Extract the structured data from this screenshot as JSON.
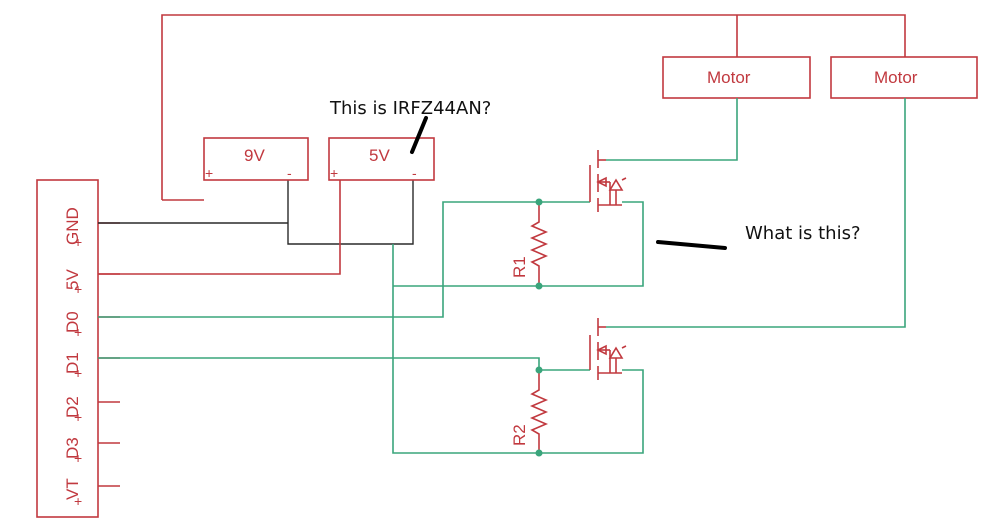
{
  "header_pins": [
    {
      "name": "GND"
    },
    {
      "name": "5V"
    },
    {
      "name": "D0"
    },
    {
      "name": "D1"
    },
    {
      "name": "D2"
    },
    {
      "name": "D3"
    },
    {
      "name": "VT"
    }
  ],
  "pin_plus": "+",
  "supplies": {
    "nine_volt": {
      "label": "9V",
      "plus": "+",
      "minus": "-"
    },
    "five_volt": {
      "label": "5V",
      "plus": "+",
      "minus": "-"
    }
  },
  "motors": [
    {
      "label": "Motor"
    },
    {
      "label": "Motor"
    }
  ],
  "resistors": [
    {
      "label": "R1"
    },
    {
      "label": "R2"
    }
  ],
  "annotations": {
    "mosfet_question": "This is IRFZ44AN?",
    "what_question": "What is this?"
  },
  "colors": {
    "schematic_red": "#c1393f",
    "net_green": "#3aa57c",
    "ground_black": "#2a2a2a"
  }
}
